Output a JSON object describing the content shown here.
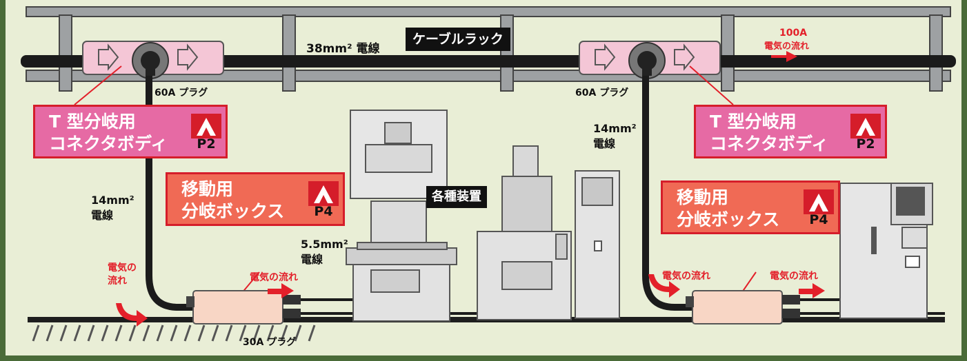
{
  "cable_rack_label": "ケーブルラック",
  "main_wire_label": "38mm² 電線",
  "current_100a": "100A",
  "flow_main": "電気の流れ",
  "plug_60a_left": "60A プラグ",
  "plug_60a_right": "60A プラグ",
  "wire_14_left": "14mm²\n電線",
  "wire_14_right": "14mm²\n電線",
  "wire_5_5": "5.5mm²\n電線",
  "flow_left_vertical": "電気の\n流れ",
  "flow_left_horizontal": "電気の流れ",
  "flow_right_1": "電気の流れ",
  "flow_right_2": "電気の流れ",
  "plug_30a": "30A プラグ",
  "equipment_label": "各種装置",
  "t_connector": {
    "line1": "T 型分岐用",
    "line2": "コネクタボディ",
    "logo_page": "P2"
  },
  "branch_box": {
    "line1": "移動用",
    "line2": "分岐ボックス",
    "logo_page": "P4"
  },
  "colors": {
    "pink_box": "#e66aa4",
    "orange_box": "#f06a55",
    "red": "#e3202a",
    "border_green": "#4a6b38"
  }
}
